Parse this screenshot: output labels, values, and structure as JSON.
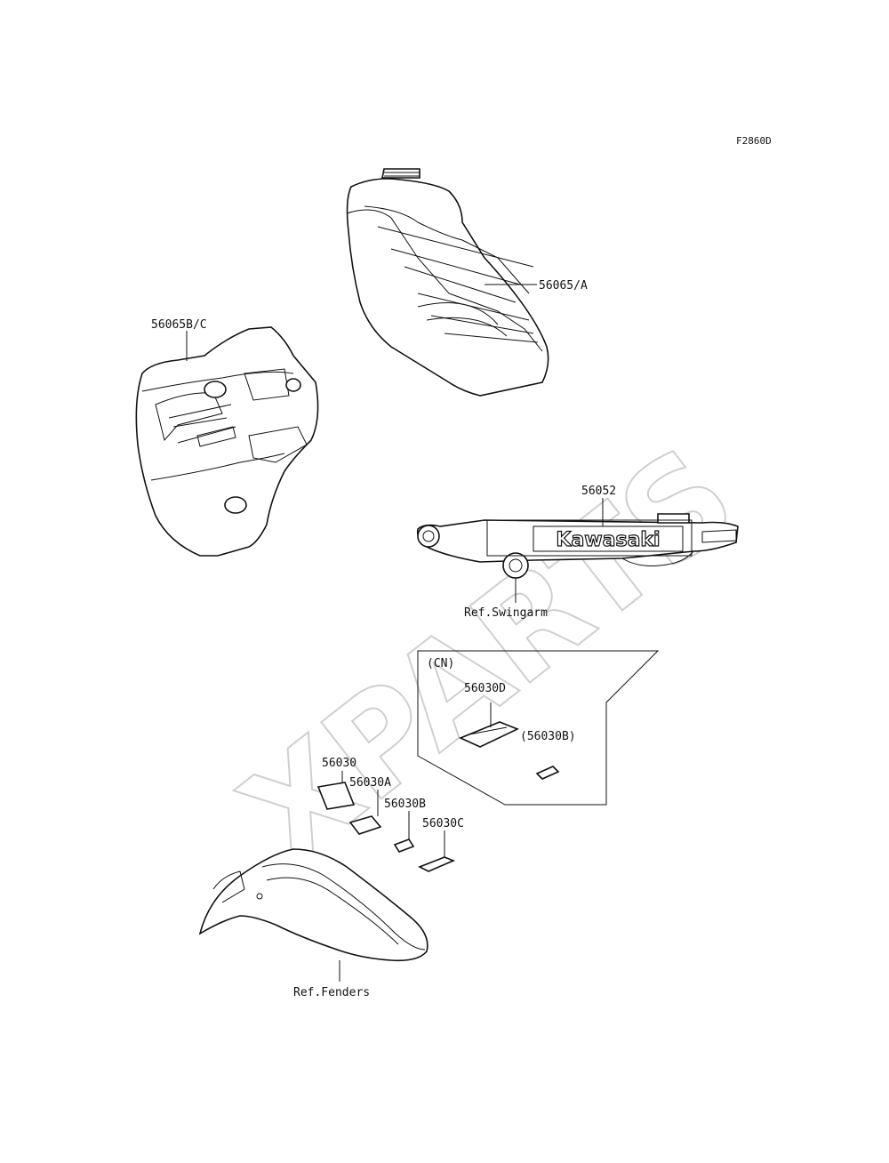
{
  "diagram": {
    "figure_code": "F2860D",
    "watermark": "XPARTS",
    "labels": {
      "tank_decal": "56065/A",
      "shroud_decal": "56065B/C",
      "swingarm_decal": "56052",
      "swingarm_ref": "Ref.Swingarm",
      "cn_box": "(CN)",
      "cn_label_d": "56030D",
      "cn_label_b": "(56030B)",
      "label_56030": "56030",
      "label_56030a": "56030A",
      "label_56030b": "56030B",
      "label_56030c": "56030C",
      "fender_ref": "Ref.Fenders"
    },
    "swingarm_brand": "Kawasaki"
  }
}
